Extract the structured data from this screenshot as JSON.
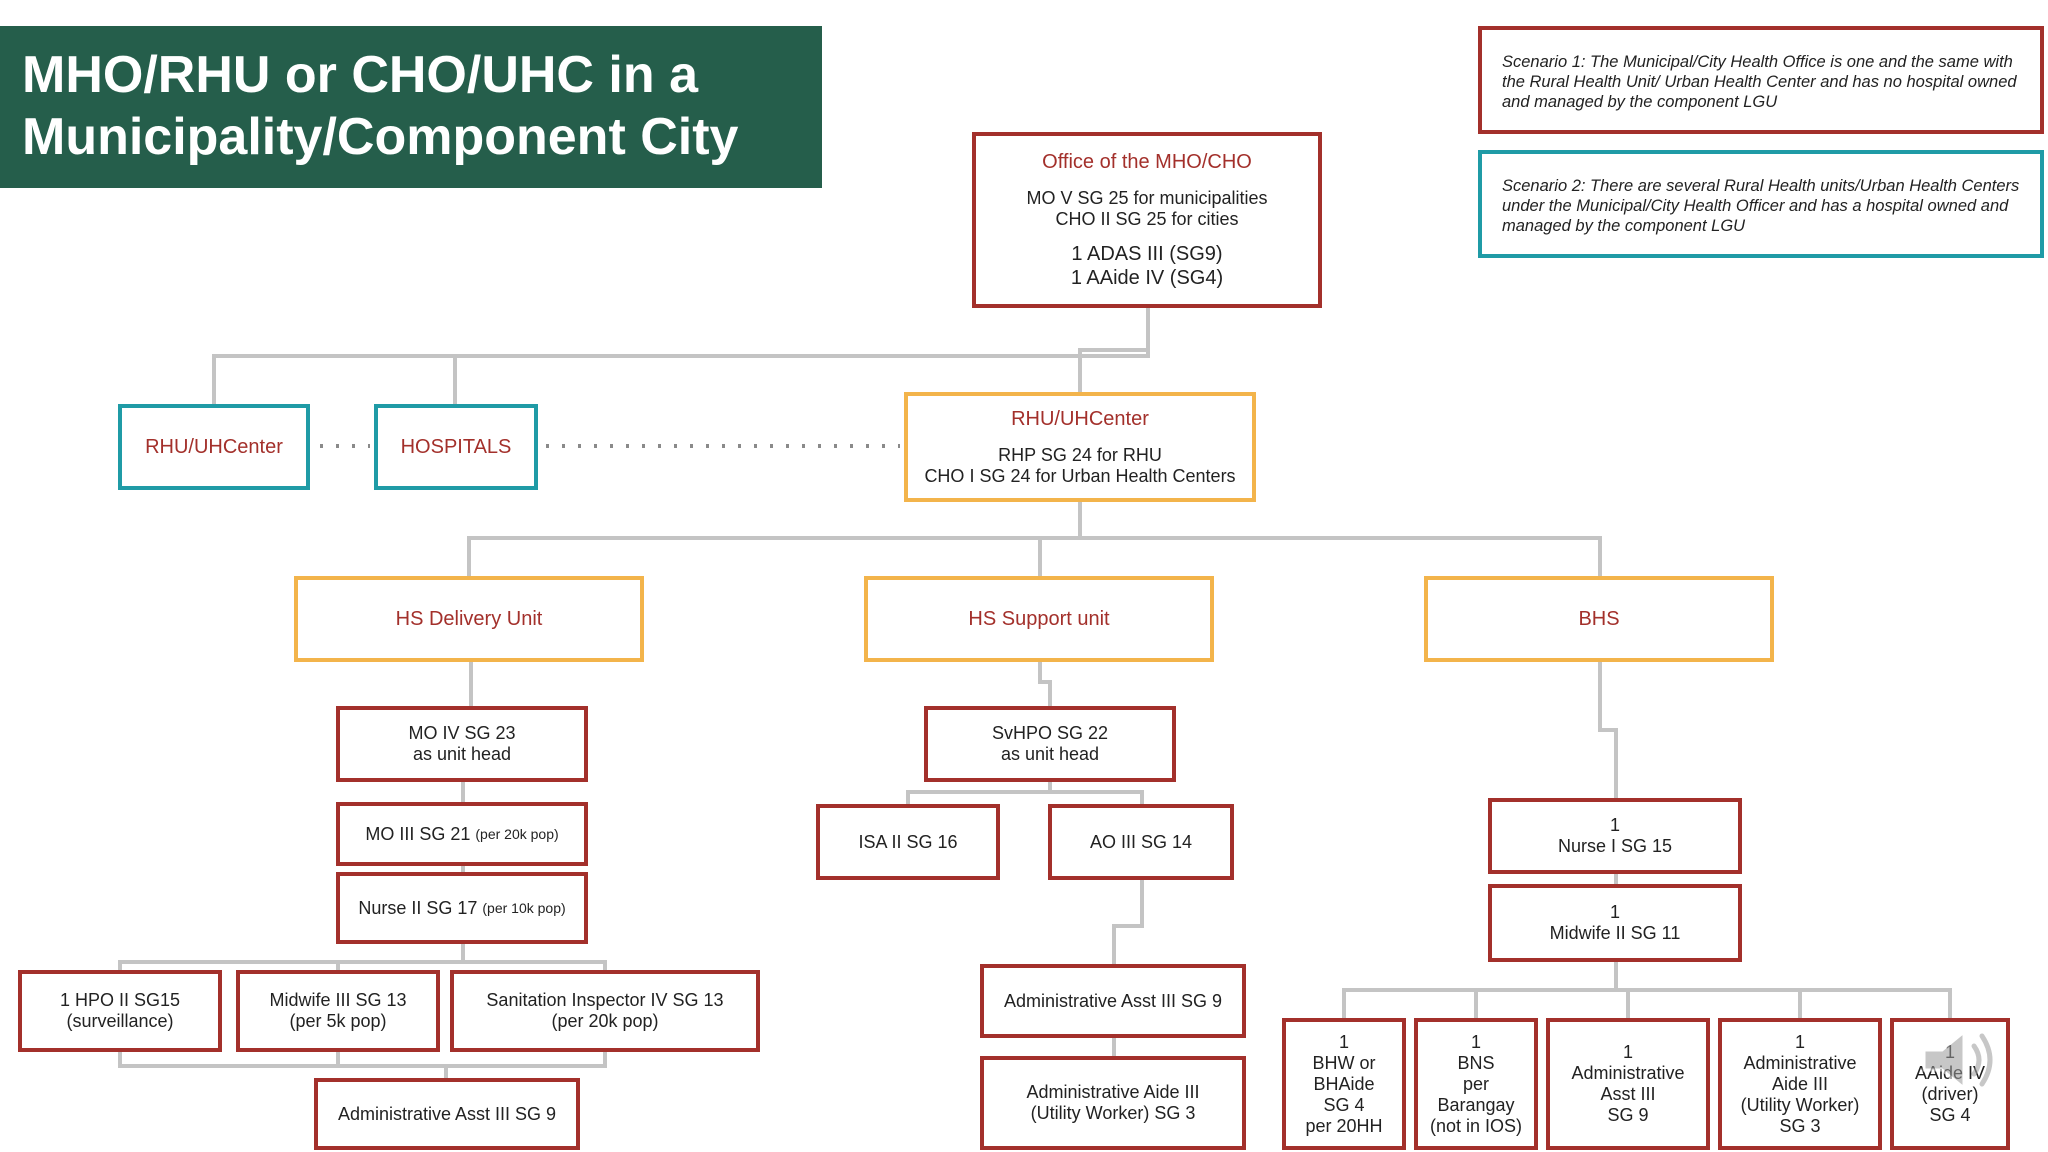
{
  "title": {
    "line1": "MHO/RHU or CHO/UHC in a",
    "line2": "Municipality/Component City"
  },
  "scenarios": {
    "s1": "Scenario 1: The Municipal/City Health Office is one and the same with the Rural Health Unit/ Urban Health Center and has no hospital owned and managed by the component LGU",
    "s2": "Scenario 2: There are several Rural Health units/Urban Health Centers under the Municipal/City Health Officer and has a hospital owned and managed by the component LGU"
  },
  "mho": {
    "title": "Office of the MHO/CHO",
    "line1": "MO V SG 25 for municipalities",
    "line2": "CHO II SG 25 for cities",
    "staff1": "1  ADAS III (SG9)",
    "staff2": "1  AAide IV (SG4)"
  },
  "rhu_uhcenter_side": "RHU/UHCenter",
  "hospitals": "HOSPITALS",
  "rhu": {
    "title": "RHU/UHCenter",
    "line1": "RHP  SG 24 for RHU",
    "line2": "CHO I  SG 24  for Urban Health Centers"
  },
  "units": {
    "delivery": "HS Delivery Unit",
    "support": "HS Support unit",
    "bhs": "BHS"
  },
  "delivery": {
    "mo4_line1": "MO IV  SG 23",
    "mo4_line2": "as unit head",
    "mo3_main": "MO III   SG 21",
    "mo3_note": "(per 20k pop)",
    "nurse2_main": "Nurse II SG 17",
    "nurse2_note": "(per 10k pop)",
    "hpo_line1": "1 HPO II  SG15",
    "hpo_line2": "(surveillance)",
    "midwife_line1": "Midwife III  SG 13",
    "midwife_line2": "(per 5k pop)",
    "sanitation_line1": "Sanitation Inspector IV  SG 13",
    "sanitation_line2": "(per 20k pop)",
    "admin": "Administrative Asst III  SG 9"
  },
  "support": {
    "svhpo_line1": "SvHPO  SG 22",
    "svhpo_line2": "as unit head",
    "isa": "ISA II  SG 16",
    "ao": "AO III  SG 14",
    "admin_asst": "Administrative Asst III  SG 9",
    "aide_line1": "Administrative Aide III",
    "aide_line2": "(Utility Worker) SG 3"
  },
  "bhs": {
    "nurse_line1": "1",
    "nurse_line2": "Nurse I  SG 15",
    "midwife_line1": "1",
    "midwife_line2": "Midwife II  SG 11",
    "bhw": [
      "1",
      "BHW or",
      "BHAide",
      "SG 4",
      "per 20HH"
    ],
    "bns": [
      "1",
      "BNS",
      "per",
      "Barangay",
      "(not in IOS)"
    ],
    "admin_asst": [
      "1",
      "Administrative",
      "Asst III",
      "SG 9"
    ],
    "admin_aide": [
      "1",
      "Administrative",
      "Aide III",
      "(Utility Worker)",
      "SG 3"
    ],
    "aaide": [
      "1",
      "AAide IV",
      "(driver)",
      "SG 4"
    ]
  },
  "colors": {
    "banner": "#255e4b",
    "red": "#a3302b",
    "orange": "#f3b44b",
    "teal": "#1f9ba6",
    "connector": "#c4c4c4"
  },
  "icons": [
    "speaker-icon"
  ]
}
